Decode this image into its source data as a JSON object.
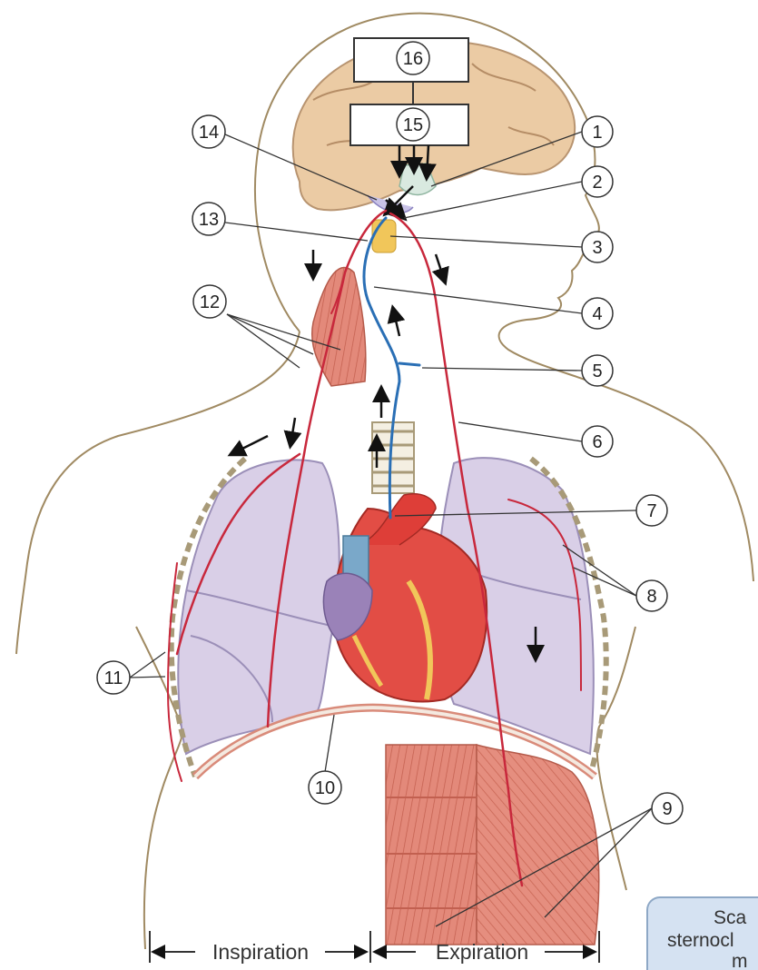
{
  "callouts": [
    {
      "number": "1"
    },
    {
      "number": "2"
    },
    {
      "number": "3"
    },
    {
      "number": "4"
    },
    {
      "number": "5"
    },
    {
      "number": "6"
    },
    {
      "number": "7"
    },
    {
      "number": "8"
    },
    {
      "number": "9"
    },
    {
      "number": "10"
    },
    {
      "number": "11"
    },
    {
      "number": "12"
    },
    {
      "number": "13"
    },
    {
      "number": "14"
    },
    {
      "number": "15"
    },
    {
      "number": "16"
    }
  ],
  "bottom_labels": {
    "inspiration": "Inspiration",
    "expiration": "Expiration"
  },
  "note_box": {
    "line1": "Sca",
    "line2": "sternocl",
    "line3": "m"
  },
  "colors": {
    "body_outline": "#a08a62",
    "nerve_red": "#c8283c",
    "nerve_blue": "#2a6fb5",
    "lung": "#d8cde6",
    "heart": "#e04c45",
    "muscle": "#e28a7c",
    "brain": "#e8c9a0",
    "note_fill": "#d5e2f2"
  }
}
